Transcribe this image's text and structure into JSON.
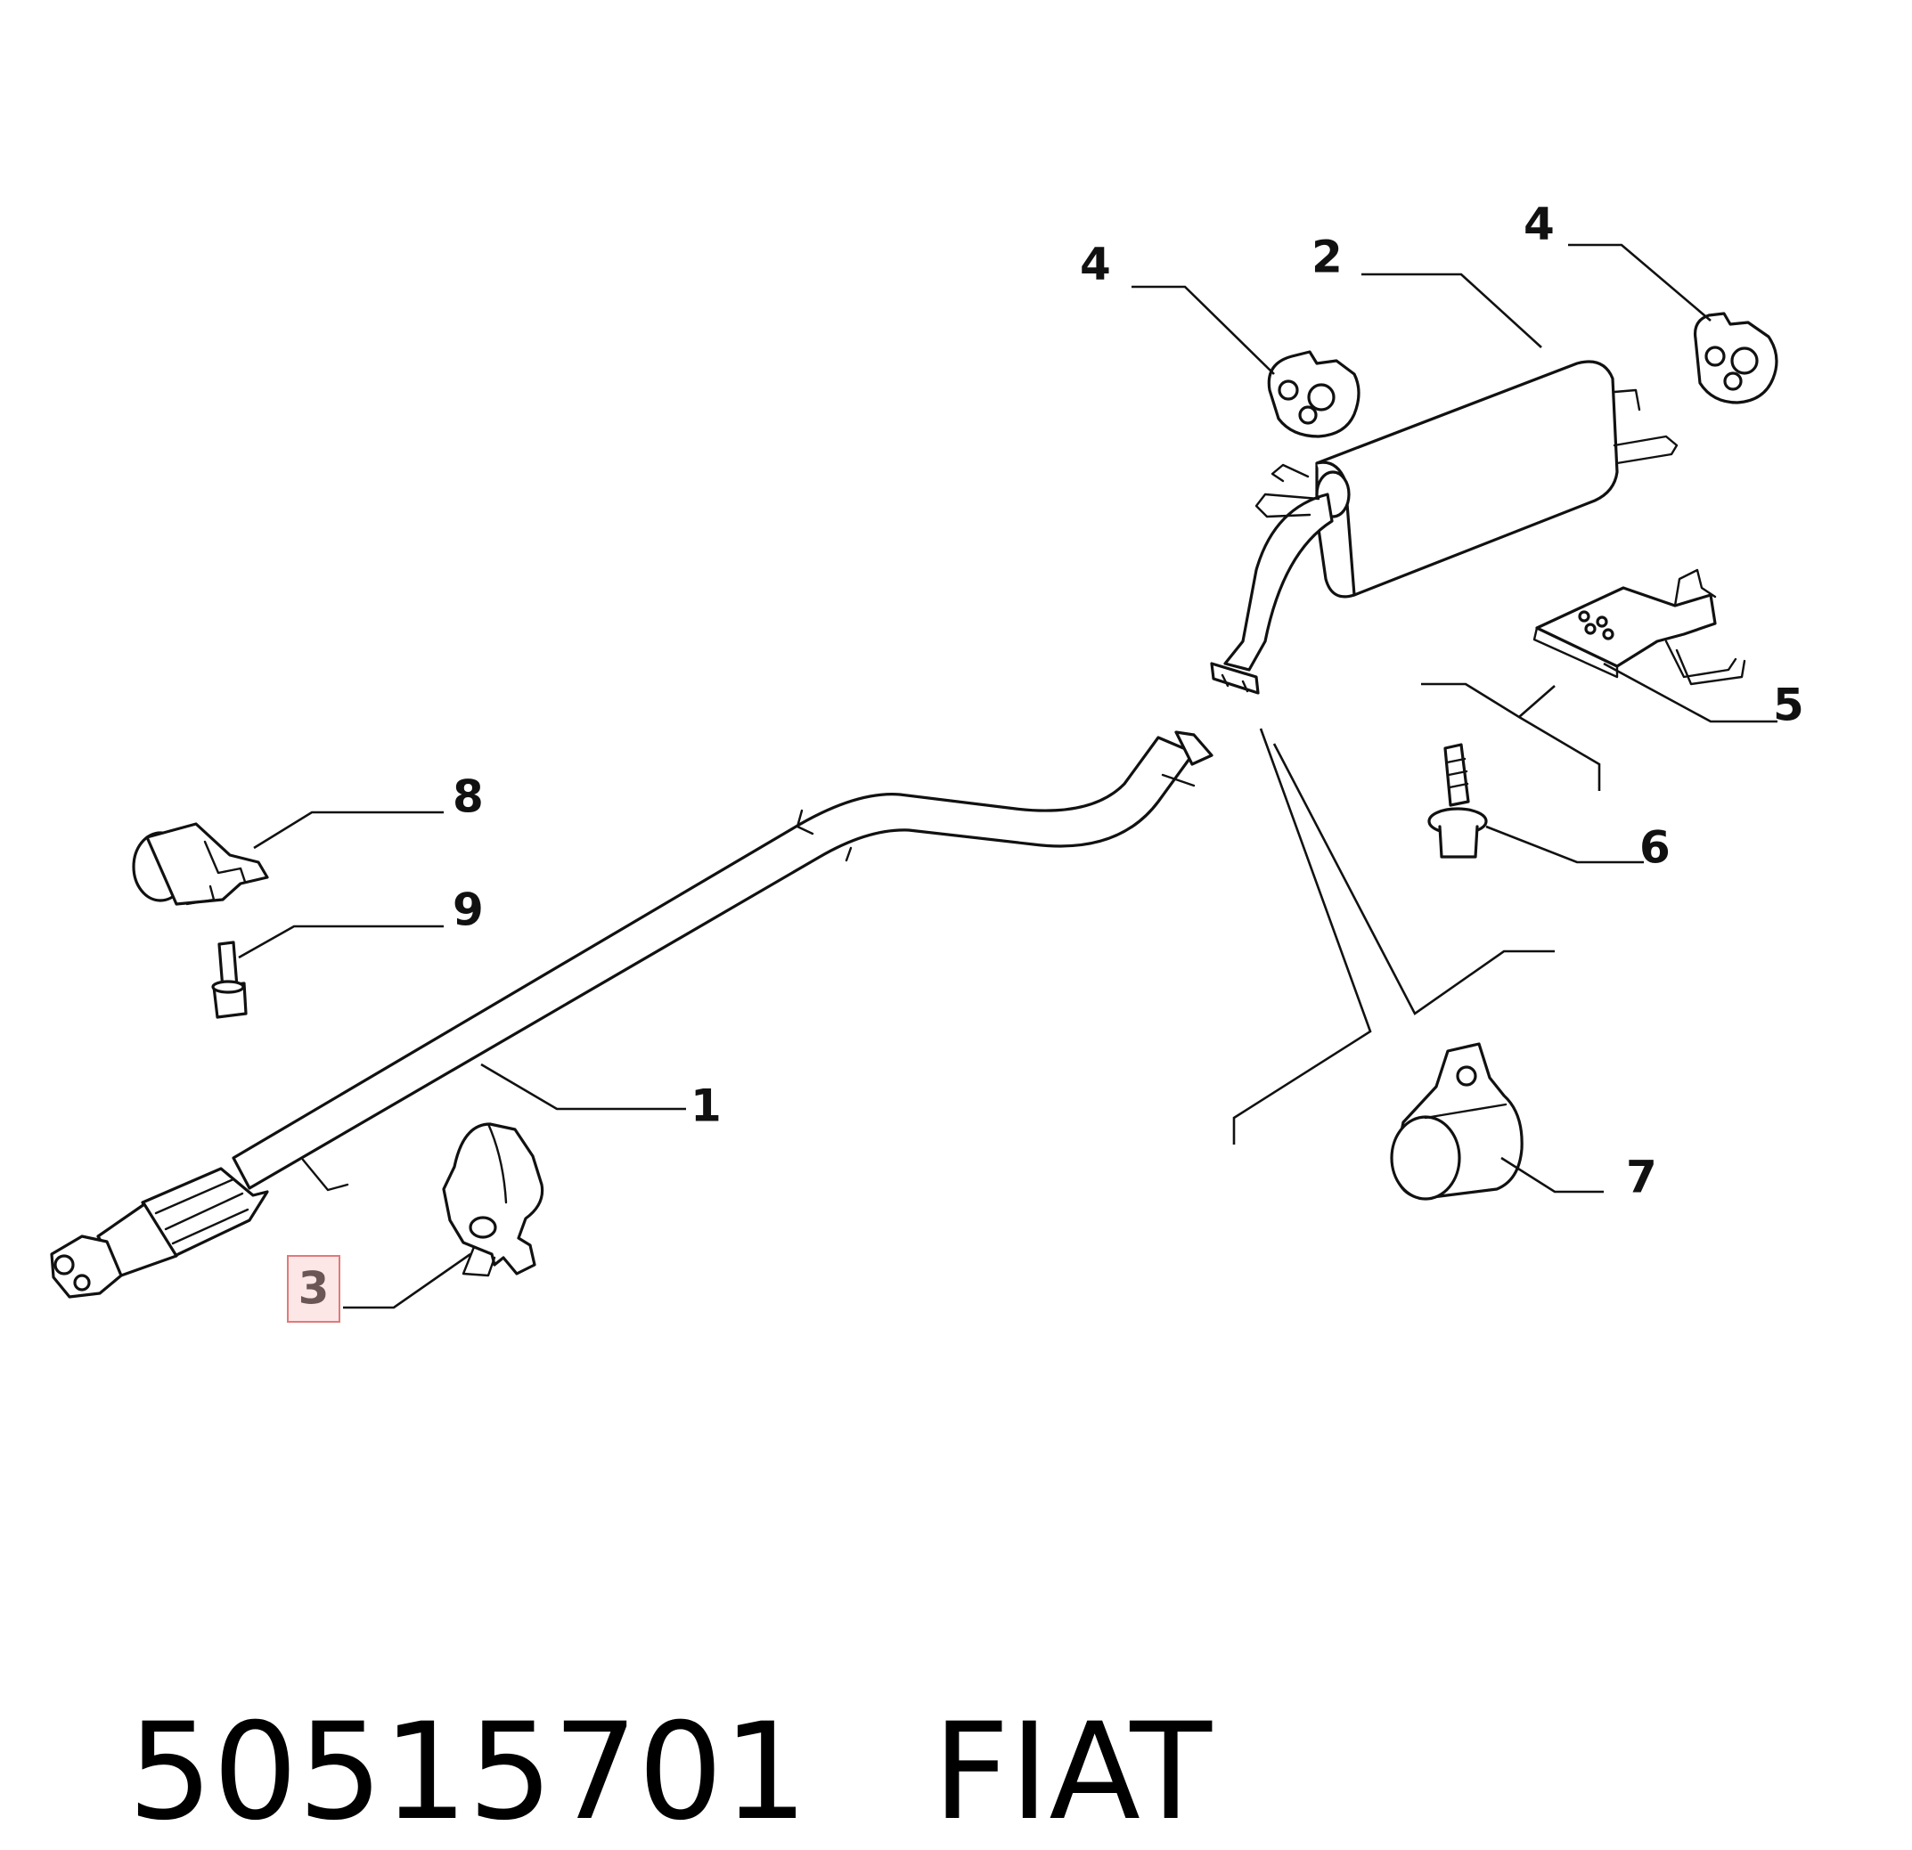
{
  "callouts": {
    "c1": "1",
    "c2": "2",
    "c3": "3",
    "c4a": "4",
    "c4b": "4",
    "c5": "5",
    "c6": "6",
    "c7": "7",
    "c8": "8",
    "c9": "9"
  },
  "highlighted_callout": "3",
  "colors": {
    "highlight_fill": "#fde6e6",
    "highlight_stroke": "#e07a7a",
    "highlight_text": "#6b5555"
  },
  "footer": {
    "part_number": "50515701",
    "brand": "FIAT"
  }
}
